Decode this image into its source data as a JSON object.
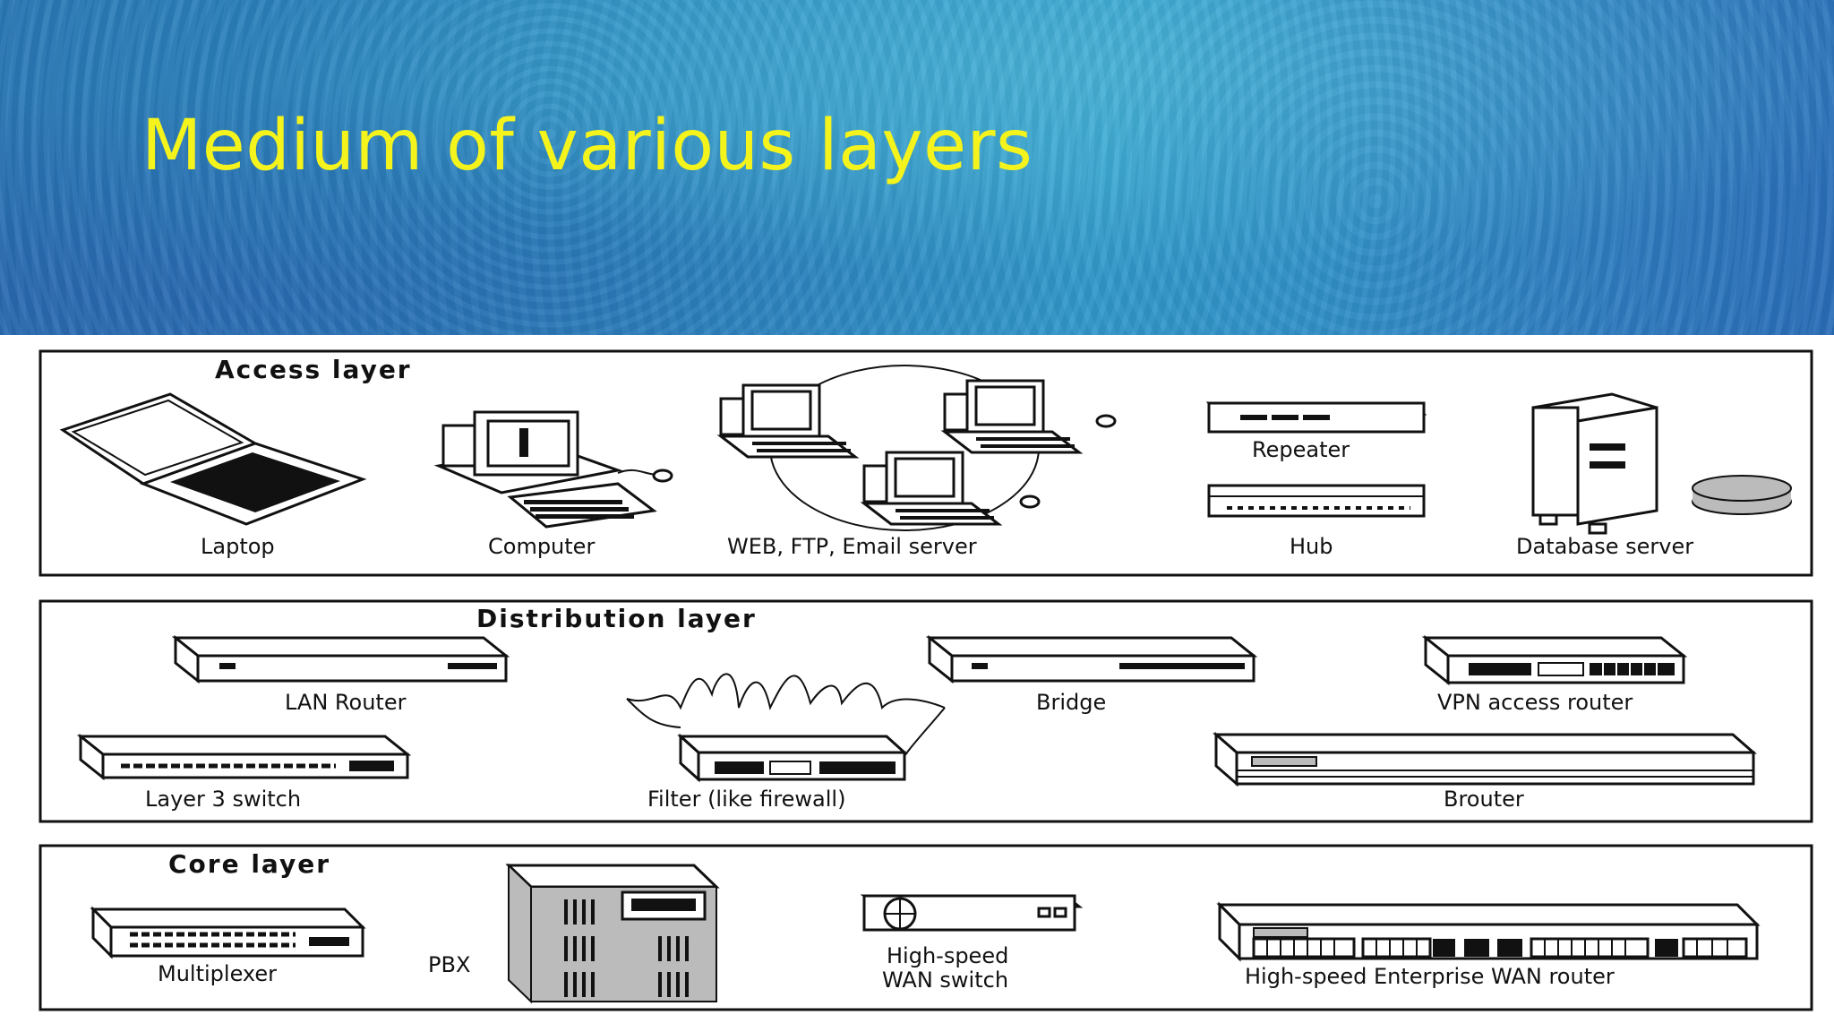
{
  "title": "Medium of various layers",
  "colors": {
    "title": "#f4f41c",
    "header_blue": "#2d8fc4"
  },
  "layers": {
    "access": {
      "title": "Access layer",
      "devices": {
        "laptop": "Laptop",
        "computer": "Computer",
        "servers": "WEB, FTP, Email server",
        "repeater": "Repeater",
        "hub": "Hub",
        "database": "Database server"
      }
    },
    "distribution": {
      "title": "Distribution layer",
      "devices": {
        "lan_router": "LAN Router",
        "bridge": "Bridge",
        "vpn_router": "VPN access router",
        "layer3_switch": "Layer 3 switch",
        "filter": "Filter (like firewall)",
        "brouter": "Brouter"
      }
    },
    "core": {
      "title": "Core layer",
      "devices": {
        "multiplexer": "Multiplexer",
        "pbx": "PBX",
        "wan_switch_line1": "High-speed",
        "wan_switch_line2": "WAN switch",
        "wan_router": "High-speed Enterprise WAN router"
      }
    }
  }
}
